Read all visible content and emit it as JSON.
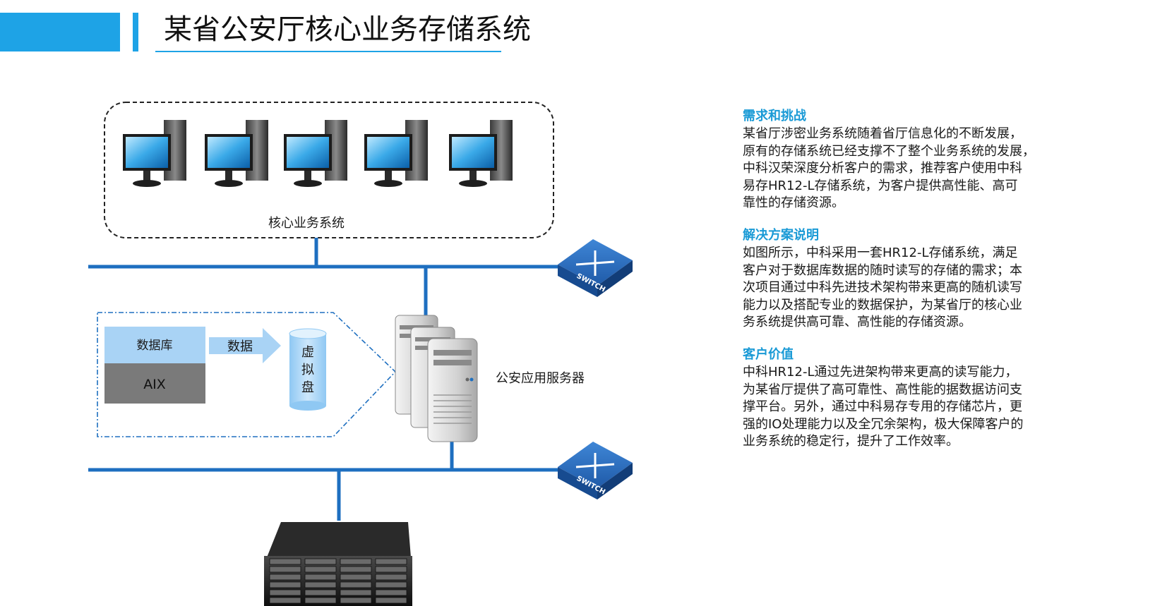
{
  "header": {
    "title": "某省公安厅核心业务存储系统"
  },
  "diagram": {
    "core_group_label": "核心业务系统",
    "switch_label": "SWITCH",
    "db_label": "数据库",
    "aix_label": "AIX",
    "arrow_label": "数据",
    "vdisk_label": [
      "虚",
      "拟",
      "盘"
    ],
    "server_label": "公安应用服务器",
    "colors": {
      "accent": "#1ea3e6",
      "line": "#1e6fc0",
      "db_top": "#a9d3f5",
      "aix": "#7a7a7a",
      "switch": "#2a68b8"
    }
  },
  "panel": {
    "sections": [
      {
        "title": "需求和挑战",
        "lines": [
          "某省厅涉密业务系统随着省厅信息化的不断发展，",
          "原有的存储系统已经支撑不了整个业务系统的发展，",
          "中科汉荣深度分析客户的需求，推荐客户使用中科",
          "易存HR12-L存储系统，为客户提供高性能、高可",
          "靠性的存储资源。"
        ]
      },
      {
        "title": "解决方案说明",
        "lines": [
          "如图所示，中科采用一套HR12-L存储系统，满足",
          "客户对于数据库数据的随时读写的存储的需求；本",
          "次项目通过中科先进技术架构带来更高的随机读写",
          "能力以及搭配专业的数据保护，为某省厅的核心业",
          "务系统提供高可靠、高性能的存储资源。"
        ]
      },
      {
        "title": "客户价值",
        "lines": [
          "中科HR12-L通过先进架构带来更高的读写能力，",
          "为某省厅提供了高可靠性、高性能的据数据访问支",
          "撑平台。另外，通过中科易存专用的存储芯片，更",
          "强的IO处理能力以及全冗余架构，极大保障客户的",
          "业务系统的稳定行，提升了工作效率。"
        ]
      }
    ]
  }
}
